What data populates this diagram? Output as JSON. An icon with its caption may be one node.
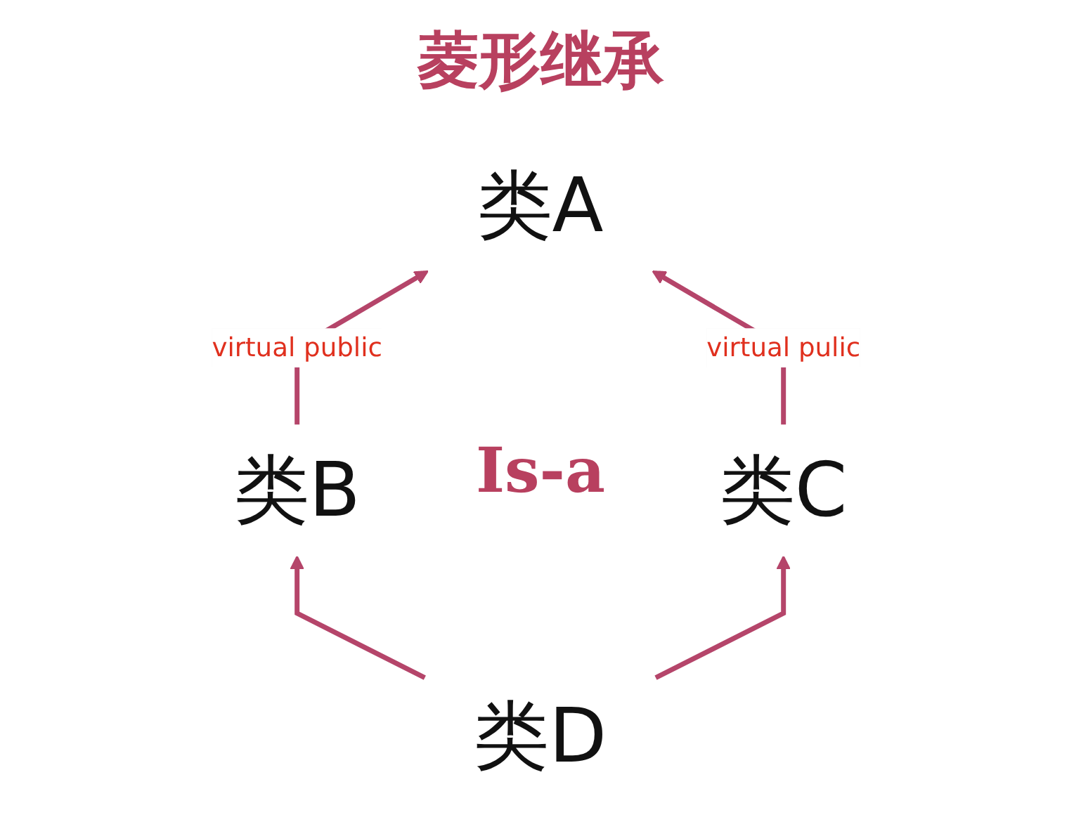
{
  "diagram": {
    "title": "菱形继承",
    "nodes": [
      {
        "text": [
          "类A"
        ]
      },
      {
        "text": [
          "类B"
        ]
      },
      {
        "text": [
          "类C"
        ]
      },
      {
        "text": [
          "类D"
        ]
      }
    ],
    "edges": [
      {
        "from": 1,
        "to": 0,
        "arrow": "to",
        "label": "virtual public"
      },
      {
        "from": 2,
        "to": 0,
        "arrow": "to",
        "label": "virtual pulic"
      },
      {
        "from": 3,
        "to": 1,
        "arrow": "to"
      },
      {
        "from": 3,
        "to": 2,
        "arrow": "to"
      }
    ],
    "labels": [
      "Is-a"
    ]
  }
}
